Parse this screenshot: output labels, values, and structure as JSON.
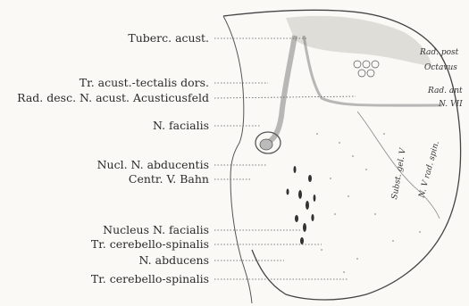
{
  "left_labels": [
    "Tuberc. acust.",
    "Tr. acust.-tectalis dors.",
    "Rad. desc. N. acust. Acusticusfeld",
    "N. facialis",
    "Nucl. N. abducentis",
    "Centr. V. Bahn",
    "Nucleus N. facialis",
    "Tr. cerebello-spinalis",
    "N. abducens",
    "Tr. cerebello-spinalis"
  ],
  "right_labels": [
    "Rad. post",
    "Octavus",
    "Rad. ant",
    "N. VII"
  ],
  "inner_labels": [
    "Subst. gel. V",
    "N. V rad. spin."
  ]
}
